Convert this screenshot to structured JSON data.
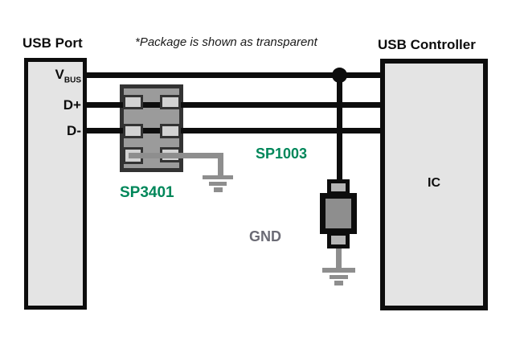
{
  "usb_port": {
    "label": "USB Port",
    "pins": [
      {
        "main": "V",
        "sub": "BUS"
      },
      {
        "main": "D+"
      },
      {
        "main": "D-"
      }
    ]
  },
  "note": "*Package is shown as transparent",
  "usb_controller": {
    "label": "USB Controller",
    "ic_label": "IC"
  },
  "components": {
    "sp3401_label": "SP3401",
    "sp1003_label": "SP1003",
    "gnd_label": "GND"
  },
  "colors": {
    "accent_green": "#00875A",
    "gnd_text_gray": "#6b6b75",
    "wire_black": "#0d0d0d",
    "wire_gray": "#8e8e8e",
    "package_fill": "#9b9b9b",
    "pad_fill": "#d2d2d2",
    "box_fill": "#e4e4e4"
  }
}
